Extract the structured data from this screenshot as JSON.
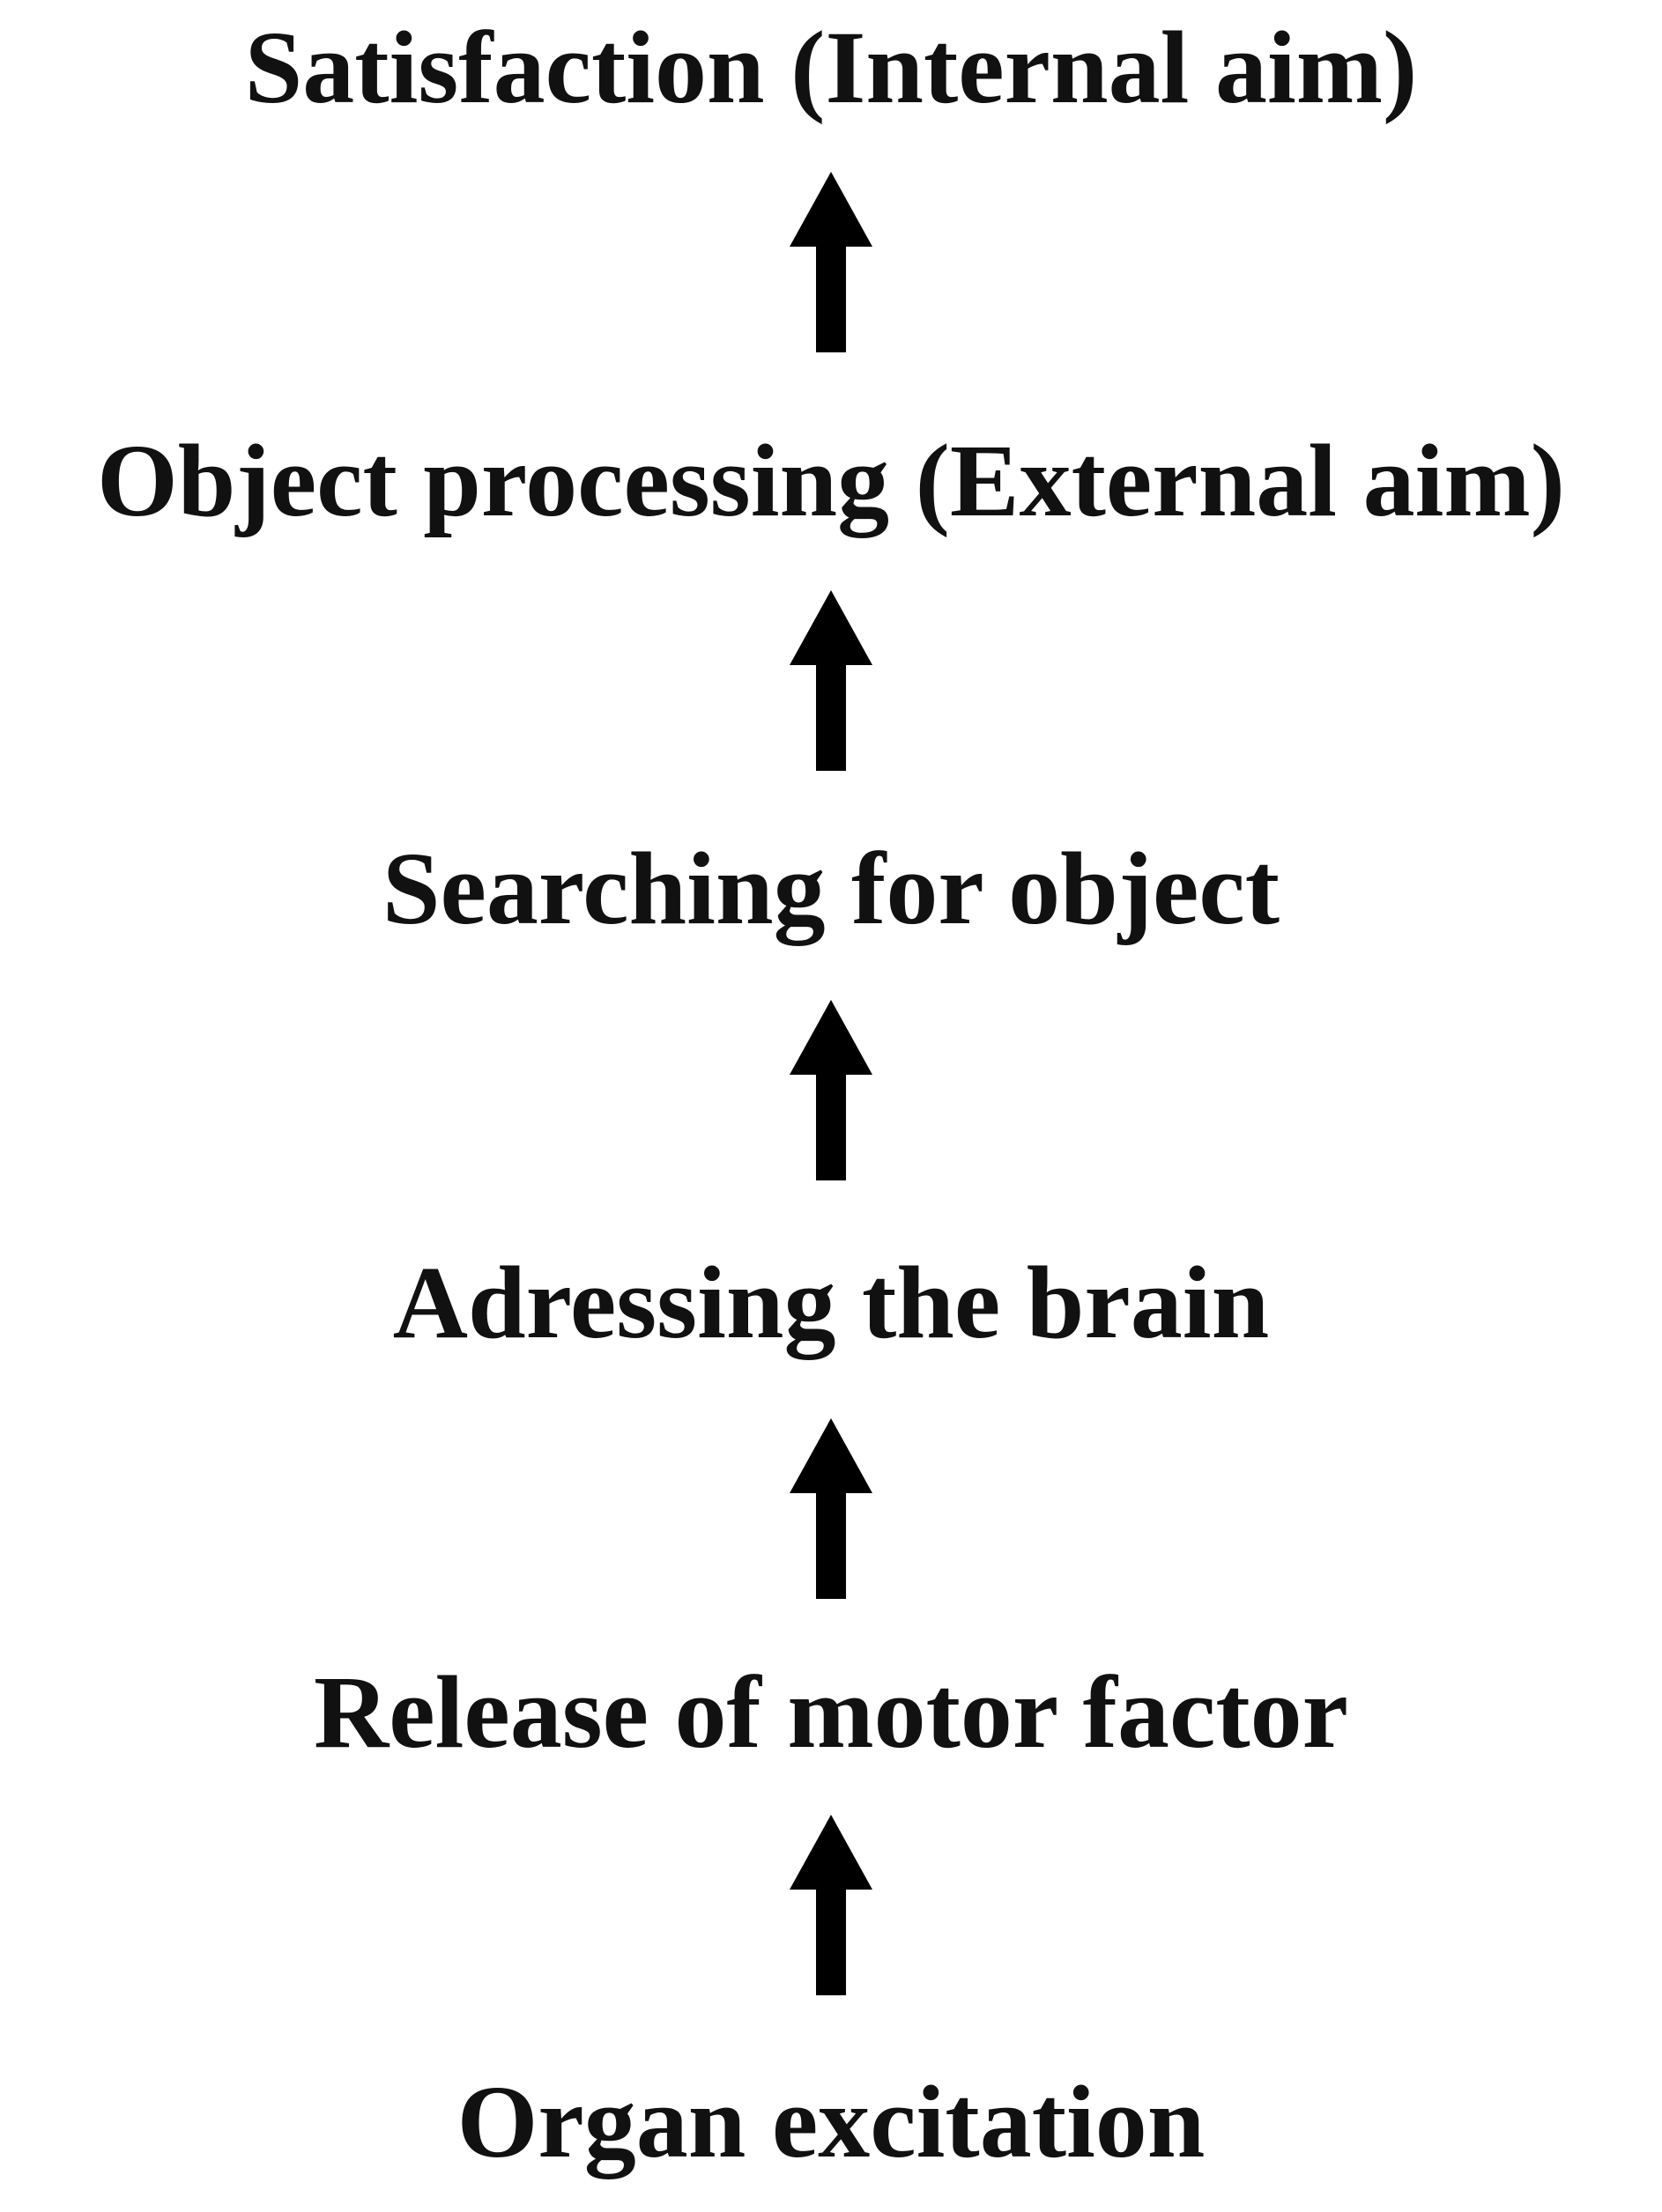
{
  "diagram": {
    "steps_top_to_bottom": [
      "Satisfaction (Internal aim)",
      "Object processing (External aim)",
      "Searching for object",
      "Adressing the brain",
      "Release of motor factor",
      "Organ excitation"
    ],
    "arrow_direction": "up",
    "text_color": "#111111",
    "arrow_color": "#000000",
    "background_color": "#ffffff"
  }
}
